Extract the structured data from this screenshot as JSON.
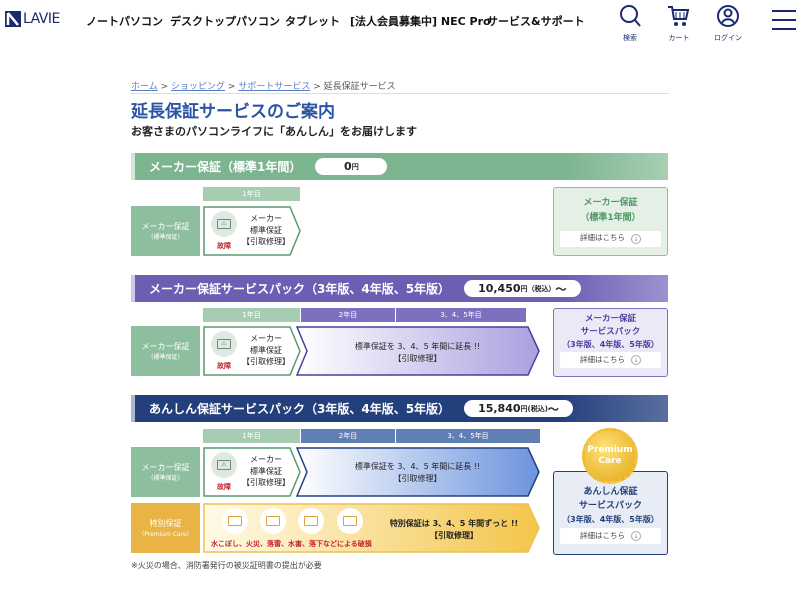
{
  "header": {
    "logo": "LAVIE",
    "nav": [
      "ノートパソコン",
      "デスクトップパソコン",
      "タブレット",
      "[法人会員募集中] NEC Pro",
      "サービス&サポート"
    ],
    "icons": [
      {
        "name": "search-icon",
        "label": "検索"
      },
      {
        "name": "cart-icon",
        "label": "カート"
      },
      {
        "name": "user-icon",
        "label": "ログイン"
      }
    ]
  },
  "breadcrumb": [
    "ホーム",
    "ショッピング",
    "サポートサービス",
    "延長保証サービス"
  ],
  "breadcrumb_sep": ">",
  "title": "延長保証サービスのご案内",
  "subtitle": "お客さまのパソコンライフに「あんしん」をお届けします",
  "common": {
    "year1": "1年目",
    "year2": "2年目",
    "year345": "3、4、5年目",
    "maker_label": "メーカー保証",
    "maker_sub": "（標準保証）",
    "arrow_l1": "メーカー",
    "arrow_l2": "標準保証",
    "arrow_l3": "【引取修理】",
    "kosho": "故障",
    "ext_l1": "標準保証を 3、4、5 年間に延長 !!",
    "ext_l2": "【引取修理】",
    "details": "詳細はこちら",
    "details_icon": "↓"
  },
  "sections": [
    {
      "title": "メーカー保証（標準1年間）",
      "price": "0",
      "unit": "円",
      "suffix": "",
      "card": [
        "メーカー保証",
        "（標準1年間）"
      ],
      "color": "#7bb48f"
    },
    {
      "title": "メーカー保証サービスパック（3年版、4年版、5年版）",
      "price": "10,450",
      "unit": "円（税込）",
      "suffix": "〜",
      "card": [
        "メーカー保証",
        "サービスパック",
        "（3年版、4年版、5年版）"
      ],
      "color": "#6a5fb3"
    },
    {
      "title": "あんしん保証サービスパック（3年版、4年版、5年版）",
      "price": "15,840",
      "unit": "円(税込)",
      "suffix": "〜",
      "card": [
        "あんしん保証",
        "サービスパック",
        "（3年版、4年版、5年版）"
      ],
      "color": "#24407c"
    }
  ],
  "premium": {
    "label": "特別保証",
    "sub": "（Premium Care）",
    "damage": "水こぼし、火災、落雷、水害、落下などによる破損",
    "l1": "特別保証は 3、4、5 年間ずっと !!",
    "l2": "【引取修理】",
    "medal": [
      "Premium",
      "Care"
    ]
  },
  "footnote": "※火災の場合、消防署発行の被災証明書の提出が必要"
}
